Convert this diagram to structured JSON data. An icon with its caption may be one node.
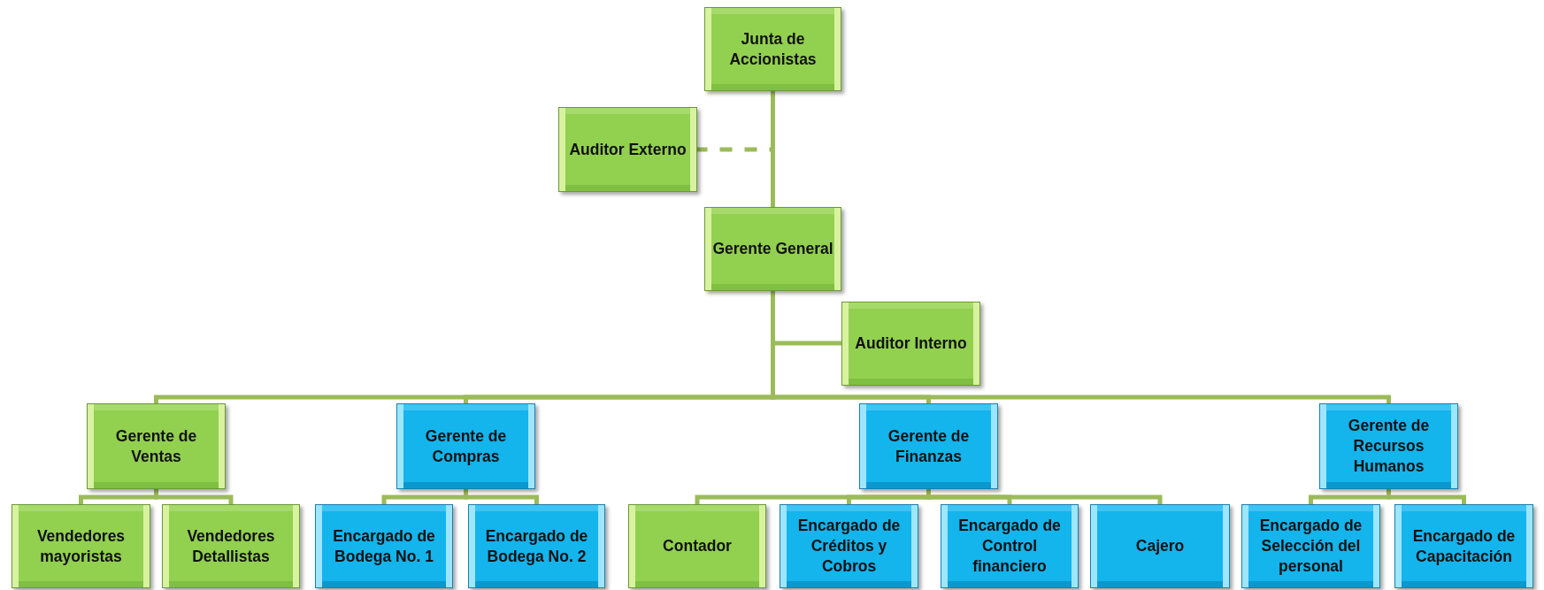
{
  "diagram": {
    "nodes": [
      {
        "text": [
          "Junta de Accionistas"
        ]
      },
      {
        "text": [
          "Auditor Externo"
        ]
      },
      {
        "text": [
          "Gerente General"
        ]
      },
      {
        "text": [
          "Auditor Interno"
        ]
      },
      {
        "text": [
          "Gerente de Ventas"
        ]
      },
      {
        "text": [
          "Gerente de Compras"
        ]
      },
      {
        "text": [
          "Gerente de Finanzas"
        ]
      },
      {
        "text": [
          "Gerente de Recursos Humanos"
        ]
      },
      {
        "text": [
          "Vendedores mayoristas"
        ]
      },
      {
        "text": [
          "Vendedores Detallistas"
        ]
      },
      {
        "text": [
          "Encargado de Bodega No. 1"
        ]
      },
      {
        "text": [
          "Encargado de Bodega No. 2"
        ]
      },
      {
        "text": [
          "Contador"
        ]
      },
      {
        "text": [
          "Encargado de Créditos y Cobros"
        ]
      },
      {
        "text": [
          "Encargado de Control financiero"
        ]
      },
      {
        "text": [
          "Cajero"
        ]
      },
      {
        "text": [
          "Encargado de Selección del personal"
        ]
      },
      {
        "text": [
          "Encargado de Capacitación"
        ]
      }
    ],
    "edges": [
      {
        "from": 0,
        "to": 2,
        "arrow": "none"
      },
      {
        "from": 0,
        "to": 1,
        "arrow": "none",
        "style": "dashed"
      },
      {
        "from": 2,
        "to": 3,
        "arrow": "none"
      },
      {
        "from": 2,
        "to": 4,
        "arrow": "none"
      },
      {
        "from": 2,
        "to": 5,
        "arrow": "none"
      },
      {
        "from": 2,
        "to": 6,
        "arrow": "none"
      },
      {
        "from": 2,
        "to": 7,
        "arrow": "none"
      },
      {
        "from": 4,
        "to": 8,
        "arrow": "none"
      },
      {
        "from": 4,
        "to": 9,
        "arrow": "none"
      },
      {
        "from": 5,
        "to": 10,
        "arrow": "none"
      },
      {
        "from": 5,
        "to": 11,
        "arrow": "none"
      },
      {
        "from": 6,
        "to": 12,
        "arrow": "none"
      },
      {
        "from": 6,
        "to": 13,
        "arrow": "none"
      },
      {
        "from": 6,
        "to": 14,
        "arrow": "none"
      },
      {
        "from": 6,
        "to": 15,
        "arrow": "none"
      },
      {
        "from": 7,
        "to": 16,
        "arrow": "none"
      },
      {
        "from": 7,
        "to": 17,
        "arrow": "none"
      }
    ]
  }
}
